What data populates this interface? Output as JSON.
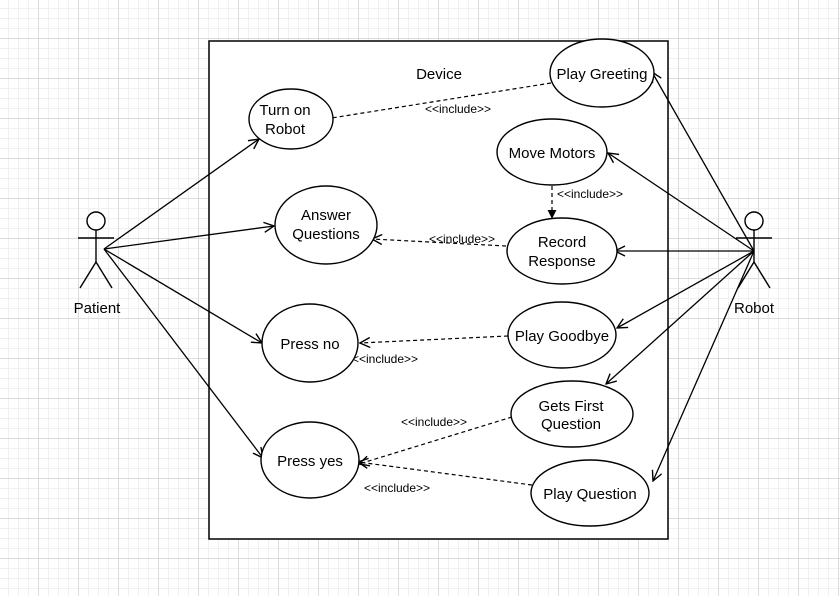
{
  "boundary": {
    "label": "Device"
  },
  "actors": {
    "patient": "Patient",
    "robot": "Robot"
  },
  "use_cases": {
    "turn_on_robot": [
      "Turn on",
      "Robot"
    ],
    "answer_questions": [
      "Answer",
      "Questions"
    ],
    "press_no": "Press no",
    "press_yes": "Press yes",
    "play_greeting": "Play Greeting",
    "move_motors": "Move Motors",
    "record_response": [
      "Record",
      "Response"
    ],
    "play_goodbye": "Play Goodbye",
    "gets_first_question": [
      "Gets First",
      "Question"
    ],
    "play_question": "Play Question"
  },
  "relations": {
    "include_label": "<<include>>"
  }
}
